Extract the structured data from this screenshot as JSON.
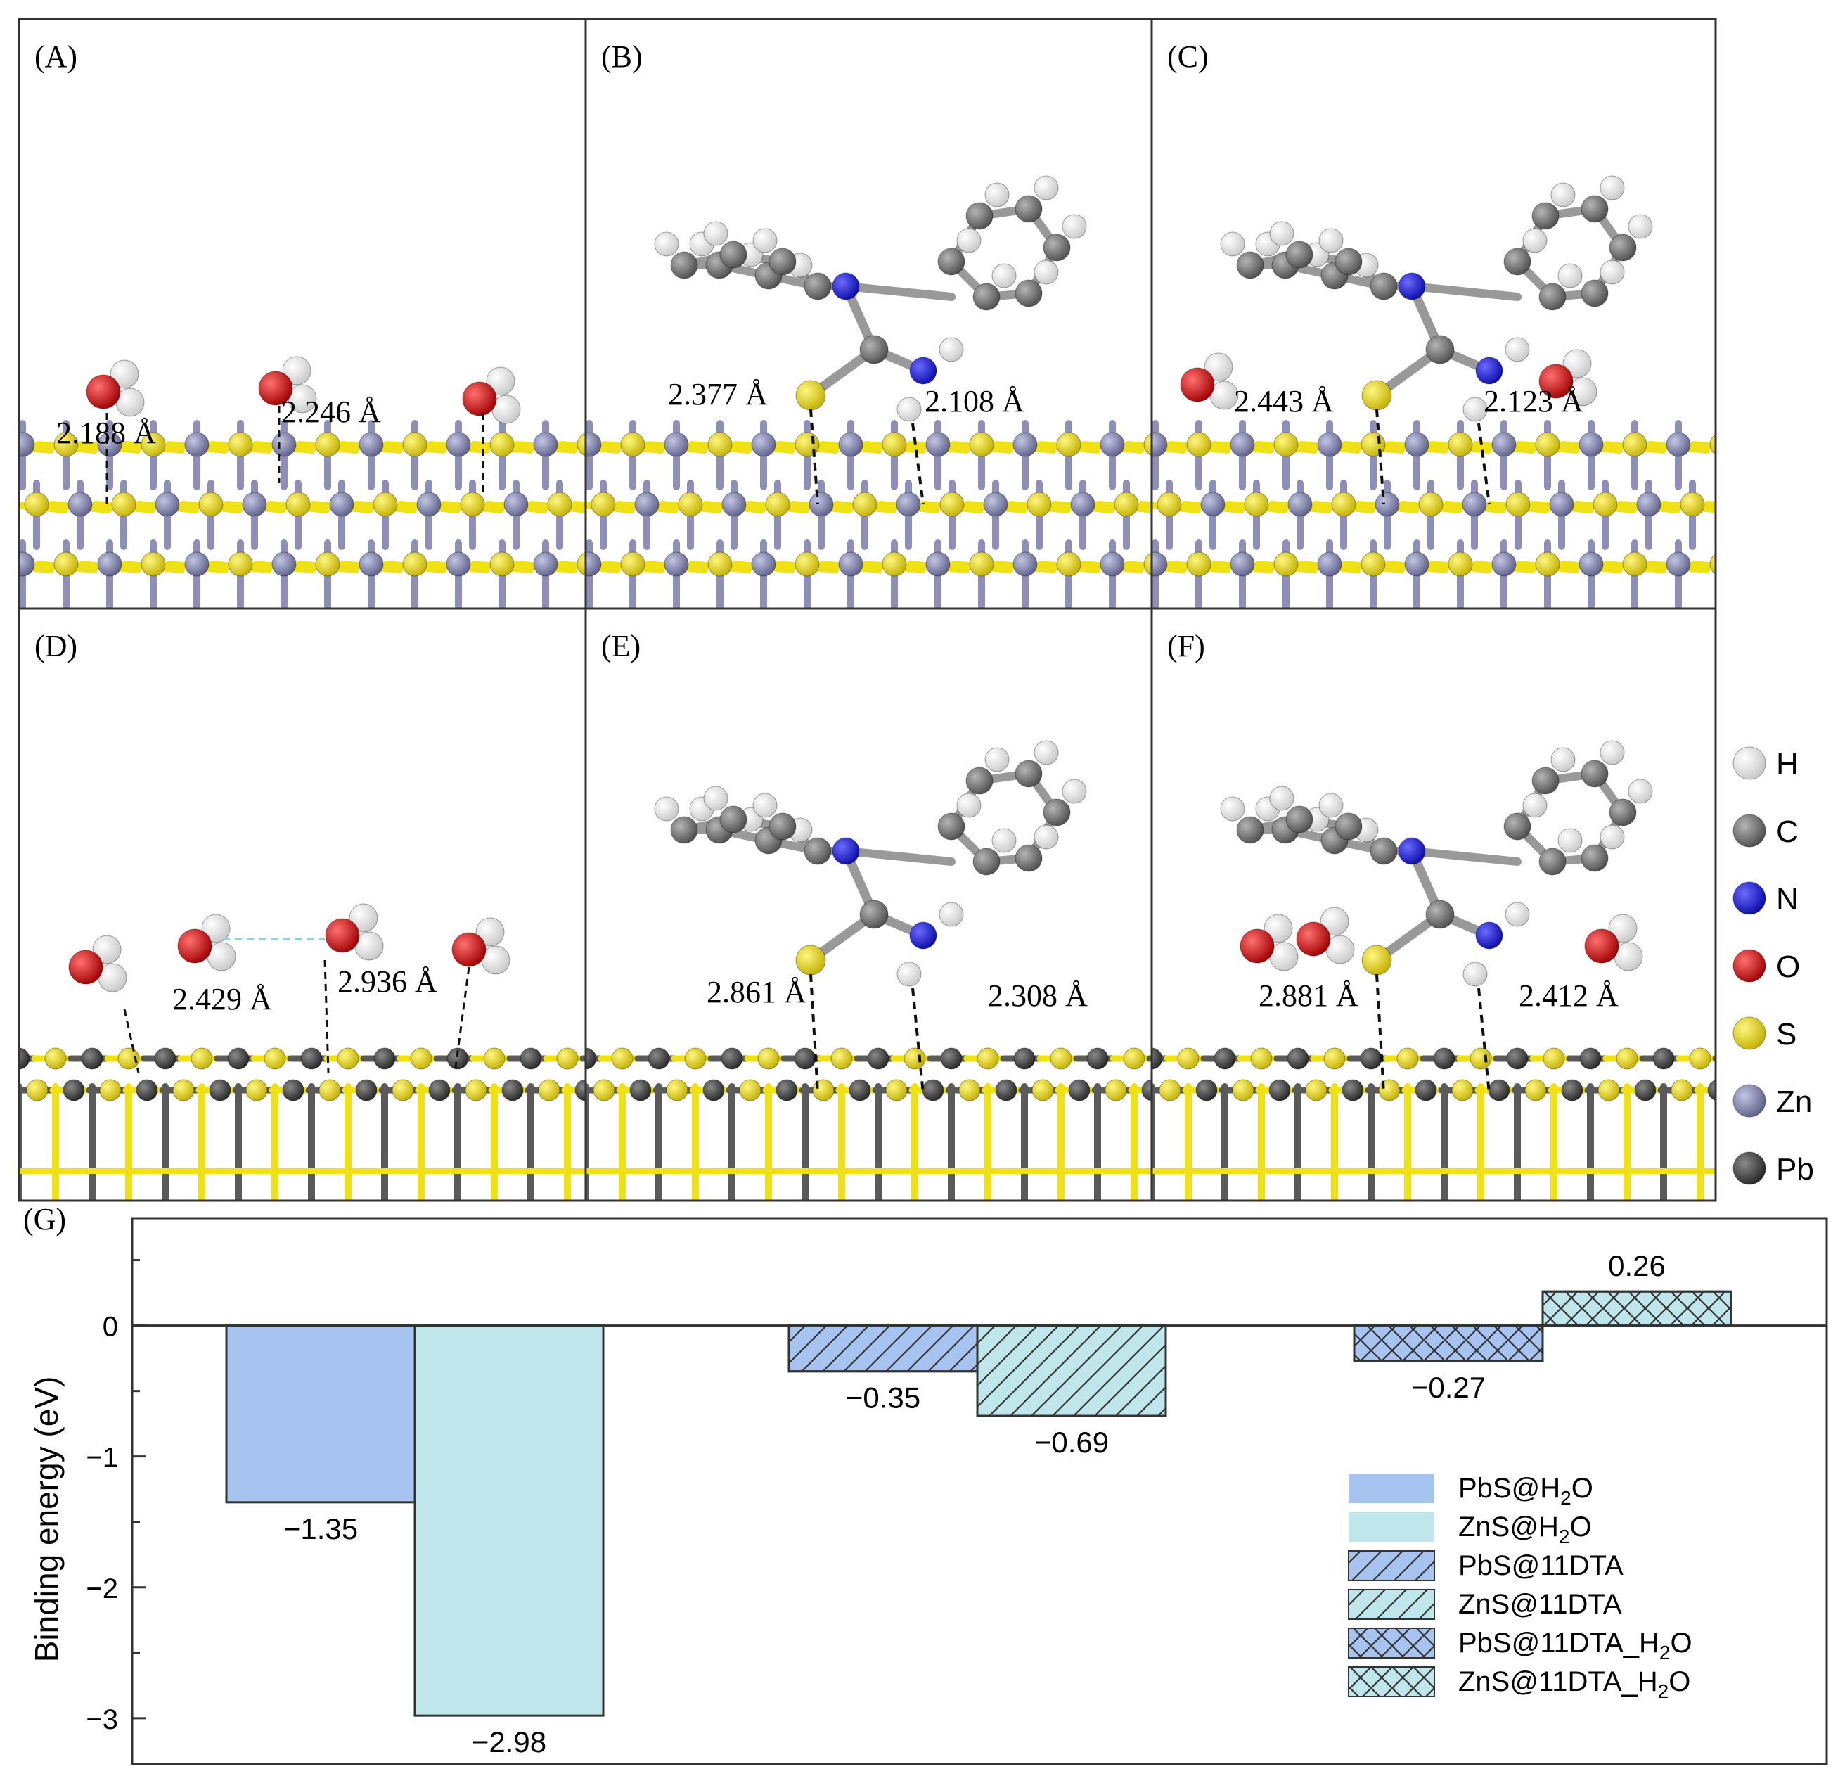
{
  "colors": {
    "H": "#f2f2f2",
    "C": "#7a7a7a",
    "N": "#1414e6",
    "O": "#e21010",
    "S": "#f0e114",
    "Zn": "#8d8fb8",
    "Pb": "#4a4a4a",
    "pbs_fill": "#a6c4ef",
    "zns_fill": "#bfe6ea",
    "bond_yellow": "#f2e21a"
  },
  "panels": [
    {
      "label": "(A)",
      "distances": [
        "2.188 Å",
        "2.246 Å"
      ]
    },
    {
      "label": "(B)",
      "distances": [
        "2.377 Å",
        "2.108 Å"
      ]
    },
    {
      "label": "(C)",
      "distances": [
        "2.443 Å",
        "2.123 Å"
      ]
    },
    {
      "label": "(D)",
      "distances": [
        "2.429 Å",
        "2.936 Å"
      ]
    },
    {
      "label": "(E)",
      "distances": [
        "2.861 Å",
        "2.308 Å"
      ]
    },
    {
      "label": "(F)",
      "distances": [
        "2.881 Å",
        "2.412 Å"
      ]
    }
  ],
  "atom_legend": [
    {
      "symbol": "H",
      "color": "#f2f2f2"
    },
    {
      "symbol": "C",
      "color": "#7a7a7a"
    },
    {
      "symbol": "N",
      "color": "#1414e6"
    },
    {
      "symbol": "O",
      "color": "#e21010"
    },
    {
      "symbol": "S",
      "color": "#f0e114"
    },
    {
      "symbol": "Zn",
      "color": "#8d8fb8"
    },
    {
      "symbol": "Pb",
      "color": "#4a4a4a"
    }
  ],
  "chart_data": {
    "panel_label": "(G)",
    "type": "bar",
    "ylabel": "Binding energy (eV)",
    "ylim": [
      -3.35,
      0.82
    ],
    "yticks": [
      0,
      -1,
      -2,
      -3
    ],
    "ytick_labels": [
      "0",
      "−1",
      "−2",
      "−3"
    ],
    "bars": [
      {
        "series": "PbS@H₂O",
        "value": -1.35,
        "label": "−1.35",
        "group": 0,
        "pos": 0,
        "pattern": "none",
        "color": "#a6c4ef"
      },
      {
        "series": "ZnS@H₂O",
        "value": -2.98,
        "label": "−2.98",
        "group": 0,
        "pos": 1,
        "pattern": "none",
        "color": "#bfe6ea"
      },
      {
        "series": "PbS@11DTA",
        "value": -0.35,
        "label": "−0.35",
        "group": 1,
        "pos": 0,
        "pattern": "hatch",
        "color": "#a6c4ef"
      },
      {
        "series": "ZnS@11DTA",
        "value": -0.69,
        "label": "−0.69",
        "group": 1,
        "pos": 1,
        "pattern": "hatch",
        "color": "#bfe6ea"
      },
      {
        "series": "PbS@11DTA_H₂O",
        "value": -0.27,
        "label": "−0.27",
        "group": 2,
        "pos": 0,
        "pattern": "cross",
        "color": "#a6c4ef"
      },
      {
        "series": "ZnS@11DTA_H₂O",
        "value": 0.26,
        "label": "0.26",
        "group": 2,
        "pos": 1,
        "pattern": "cross",
        "color": "#bfe6ea"
      }
    ],
    "legend": [
      {
        "name": "PbS@H",
        "sub": "2",
        "tail": "O",
        "pattern": "none",
        "color": "#a6c4ef"
      },
      {
        "name": "ZnS@H",
        "sub": "2",
        "tail": "O",
        "pattern": "none",
        "color": "#bfe6ea"
      },
      {
        "name": "PbS@11DTA",
        "sub": "",
        "tail": "",
        "pattern": "hatch",
        "color": "#a6c4ef"
      },
      {
        "name": "ZnS@11DTA",
        "sub": "",
        "tail": "",
        "pattern": "hatch",
        "color": "#bfe6ea"
      },
      {
        "name": "PbS@11DTA_H",
        "sub": "2",
        "tail": "O",
        "pattern": "cross",
        "color": "#a6c4ef"
      },
      {
        "name": "ZnS@11DTA_H",
        "sub": "2",
        "tail": "O",
        "pattern": "cross",
        "color": "#bfe6ea"
      }
    ],
    "legend_position": "bottom-right",
    "grid": false
  }
}
